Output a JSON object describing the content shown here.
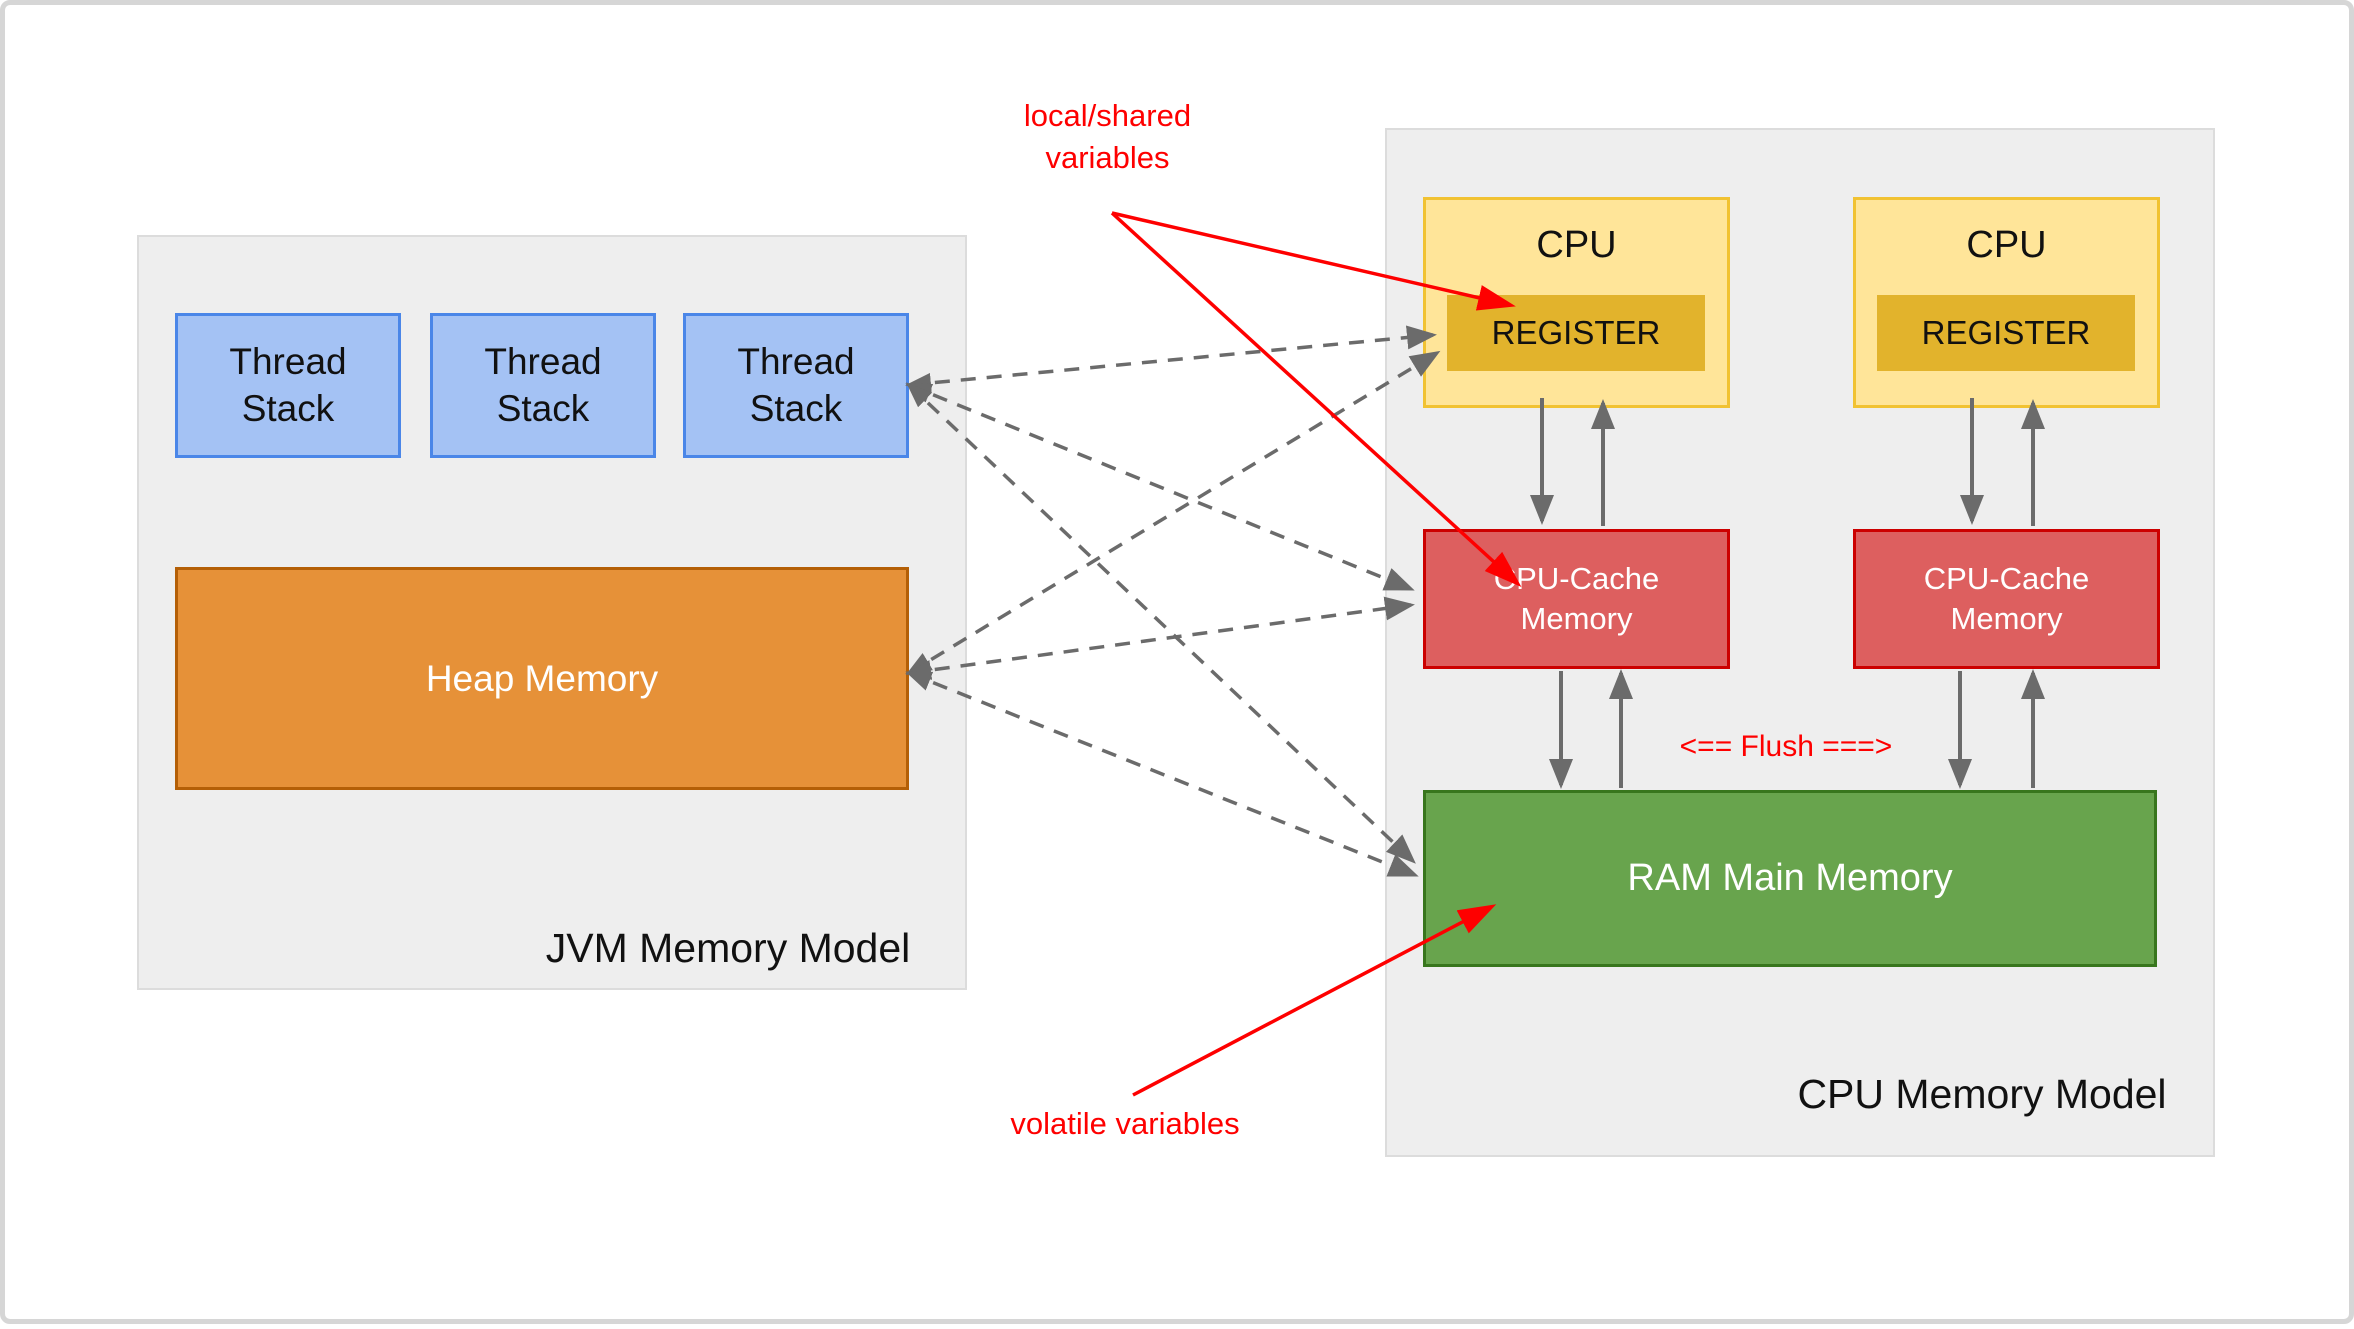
{
  "diagram": {
    "jvm": {
      "title": "JVM Memory Model",
      "thread_stacks": [
        "Thread Stack",
        "Thread Stack",
        "Thread Stack"
      ],
      "heap_label": "Heap Memory"
    },
    "cpu": {
      "title": "CPU Memory Model",
      "cpus": [
        {
          "label": "CPU",
          "register_label": "REGISTER"
        },
        {
          "label": "CPU",
          "register_label": "REGISTER"
        }
      ],
      "caches": [
        {
          "label": "CPU-Cache Memory"
        },
        {
          "label": "CPU-Cache Memory"
        }
      ],
      "ram_label": "RAM Main Memory",
      "flush_label": "<== Flush ===>"
    },
    "annotations": {
      "local_shared_line1": "local/shared",
      "local_shared_line2": "variables",
      "volatile_label": "volatile variables"
    },
    "colors": {
      "annotation_red": "#fe0000",
      "panel_bg": "#eeeeee",
      "page_border": "#d6d6d6",
      "thread_stack_fill": "#a4c2f4",
      "thread_stack_border": "#4a86e8",
      "heap_fill": "#e69138",
      "heap_border": "#b45f06",
      "cpu_fill": "#ffe599",
      "cpu_border": "#f1c232",
      "register_fill": "#e2b32c",
      "cache_fill": "#dd5f5f",
      "cache_border": "#cc0000",
      "ram_fill": "#68a44d",
      "ram_border": "#38761d",
      "arrow_grey": "#6b6b6b"
    }
  }
}
